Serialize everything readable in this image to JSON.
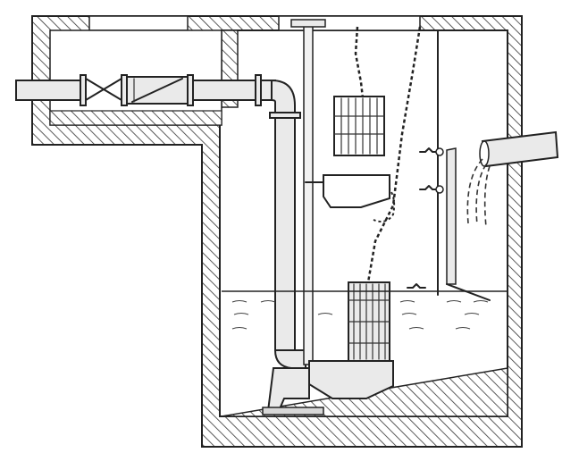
{
  "diagram": {
    "subject": "",
    "colors": {
      "ink": "#222222",
      "fill": "#eaeaea",
      "background": "#ffffff"
    },
    "parts": [
      {
        "id": "concrete-pit",
        "icon": "pit-wall"
      },
      {
        "id": "valve-chamber",
        "icon": "chamber"
      },
      {
        "id": "discharge-pipe",
        "icon": "pipe"
      },
      {
        "id": "gate-valve",
        "icon": "gate-valve"
      },
      {
        "id": "check-valve",
        "icon": "check-valve"
      },
      {
        "id": "guide-rail",
        "icon": "rail"
      },
      {
        "id": "lifting-chain",
        "icon": "chain"
      },
      {
        "id": "pump-lifted",
        "icon": "pump"
      },
      {
        "id": "pump-installed",
        "icon": "pump"
      },
      {
        "id": "float-switches",
        "icon": "float-switch"
      },
      {
        "id": "inlet-pipe",
        "icon": "pipe"
      },
      {
        "id": "baffle-plate",
        "icon": "baffle"
      },
      {
        "id": "water-level",
        "icon": "water"
      }
    ]
  }
}
